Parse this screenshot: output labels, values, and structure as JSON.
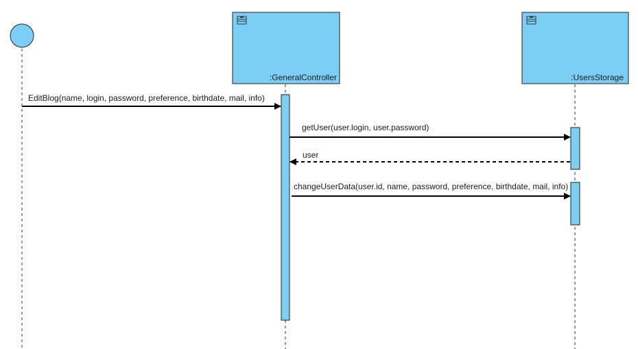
{
  "diagram": {
    "type": "sequence",
    "colors": {
      "fill": "#7ccff4",
      "stroke": "#222222",
      "line": "#000000"
    },
    "actor": {
      "name": ""
    },
    "lifelines": [
      {
        "id": "gc",
        "label": ":GeneralController",
        "icon": "class-icon"
      },
      {
        "id": "us",
        "label": ":UsersStorage",
        "icon": "class-icon"
      }
    ],
    "messages": [
      {
        "from": "actor",
        "to": "gc",
        "kind": "sync",
        "label": "EditBlog(name, login, password, preference, birthdate, mail, info)"
      },
      {
        "from": "gc",
        "to": "us",
        "kind": "sync",
        "label": "getUser(user.login, user.password)"
      },
      {
        "from": "us",
        "to": "gc",
        "kind": "return",
        "label": "user"
      },
      {
        "from": "gc",
        "to": "us",
        "kind": "sync",
        "label": "changeUserData(user.id, name, password, preference, birthdate, mail, info)"
      }
    ]
  }
}
